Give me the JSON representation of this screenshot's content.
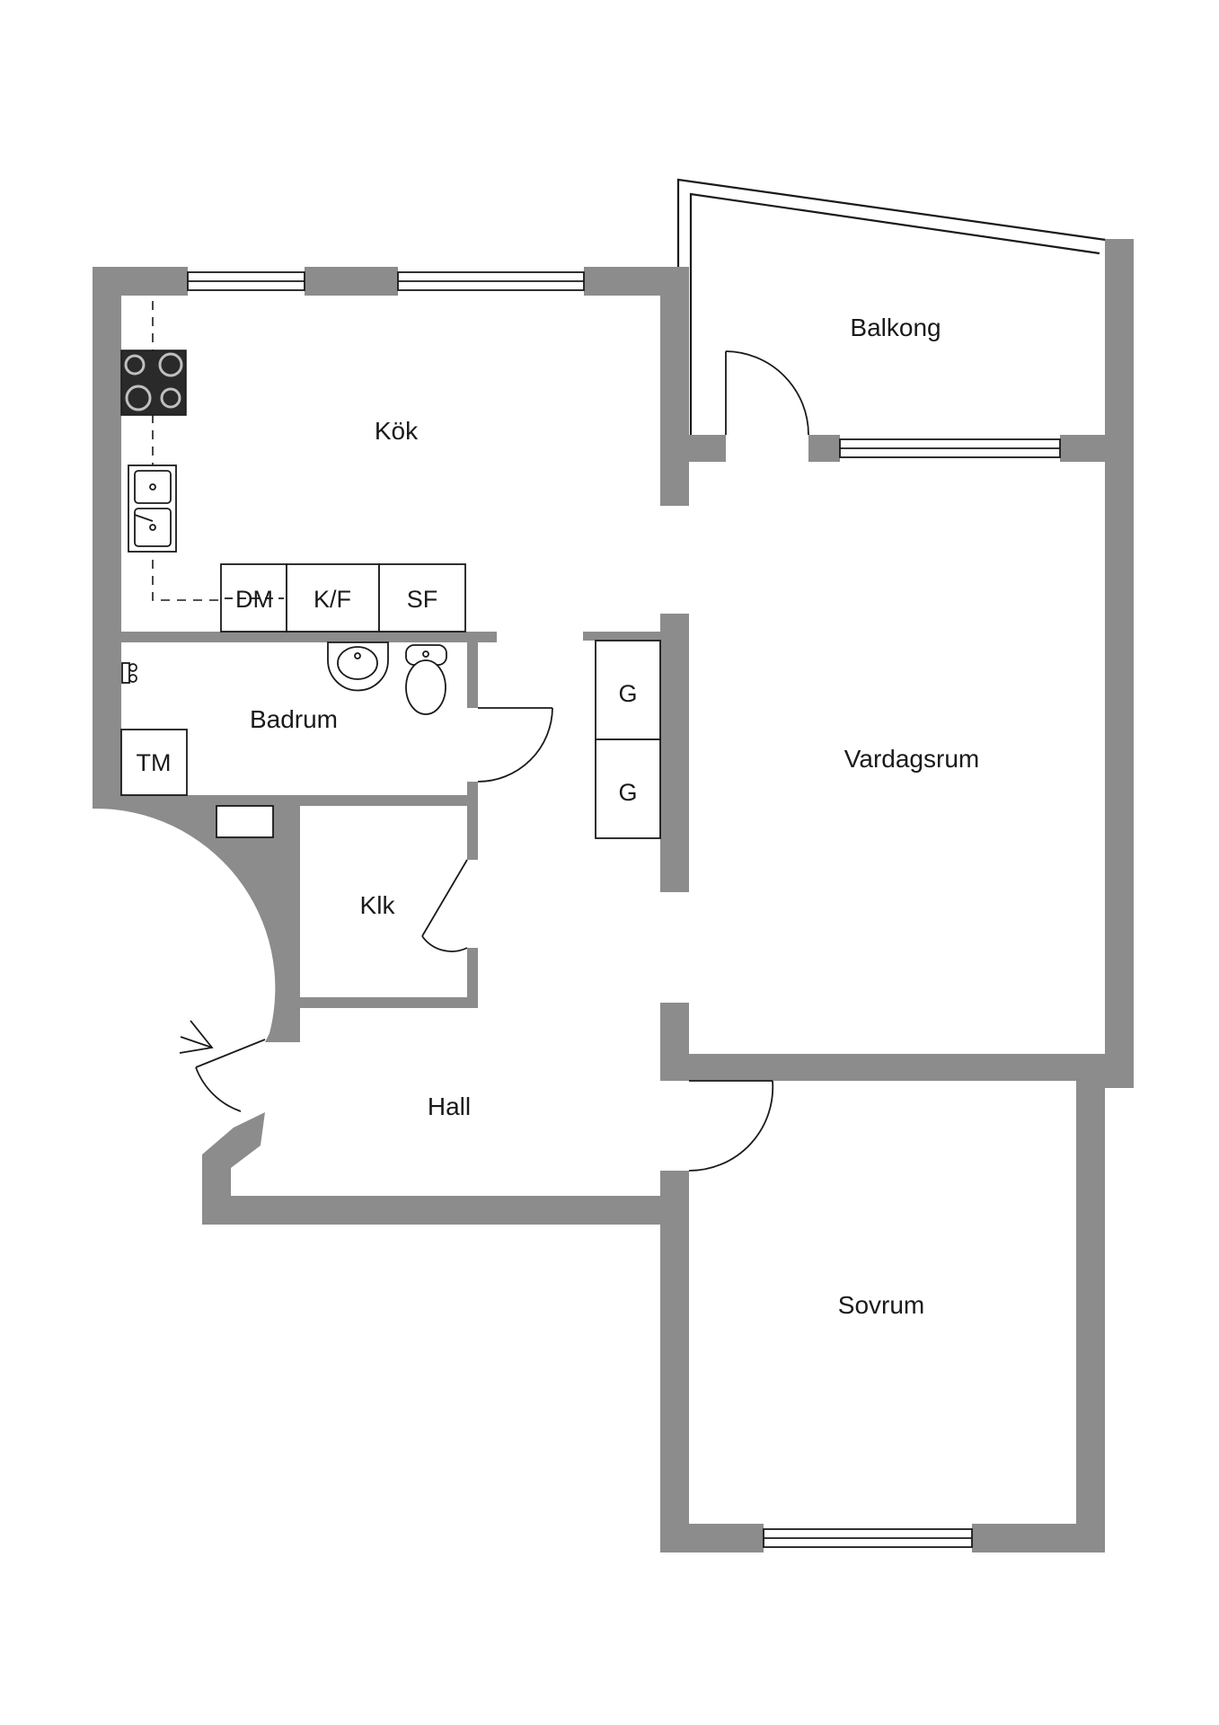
{
  "rooms": {
    "kok": "Kök",
    "balkong": "Balkong",
    "badrum": "Badrum",
    "vardagsrum": "Vardagsrum",
    "klk": "Klk",
    "hall": "Hall",
    "sovrum": "Sovrum"
  },
  "appliances": {
    "dm": "DM",
    "kf": "K/F",
    "sf": "SF",
    "tm": "TM",
    "g1": "G",
    "g2": "G"
  },
  "colors": {
    "wall": "#8c8c8c",
    "line": "#1a1a1a",
    "background": "#ffffff"
  }
}
